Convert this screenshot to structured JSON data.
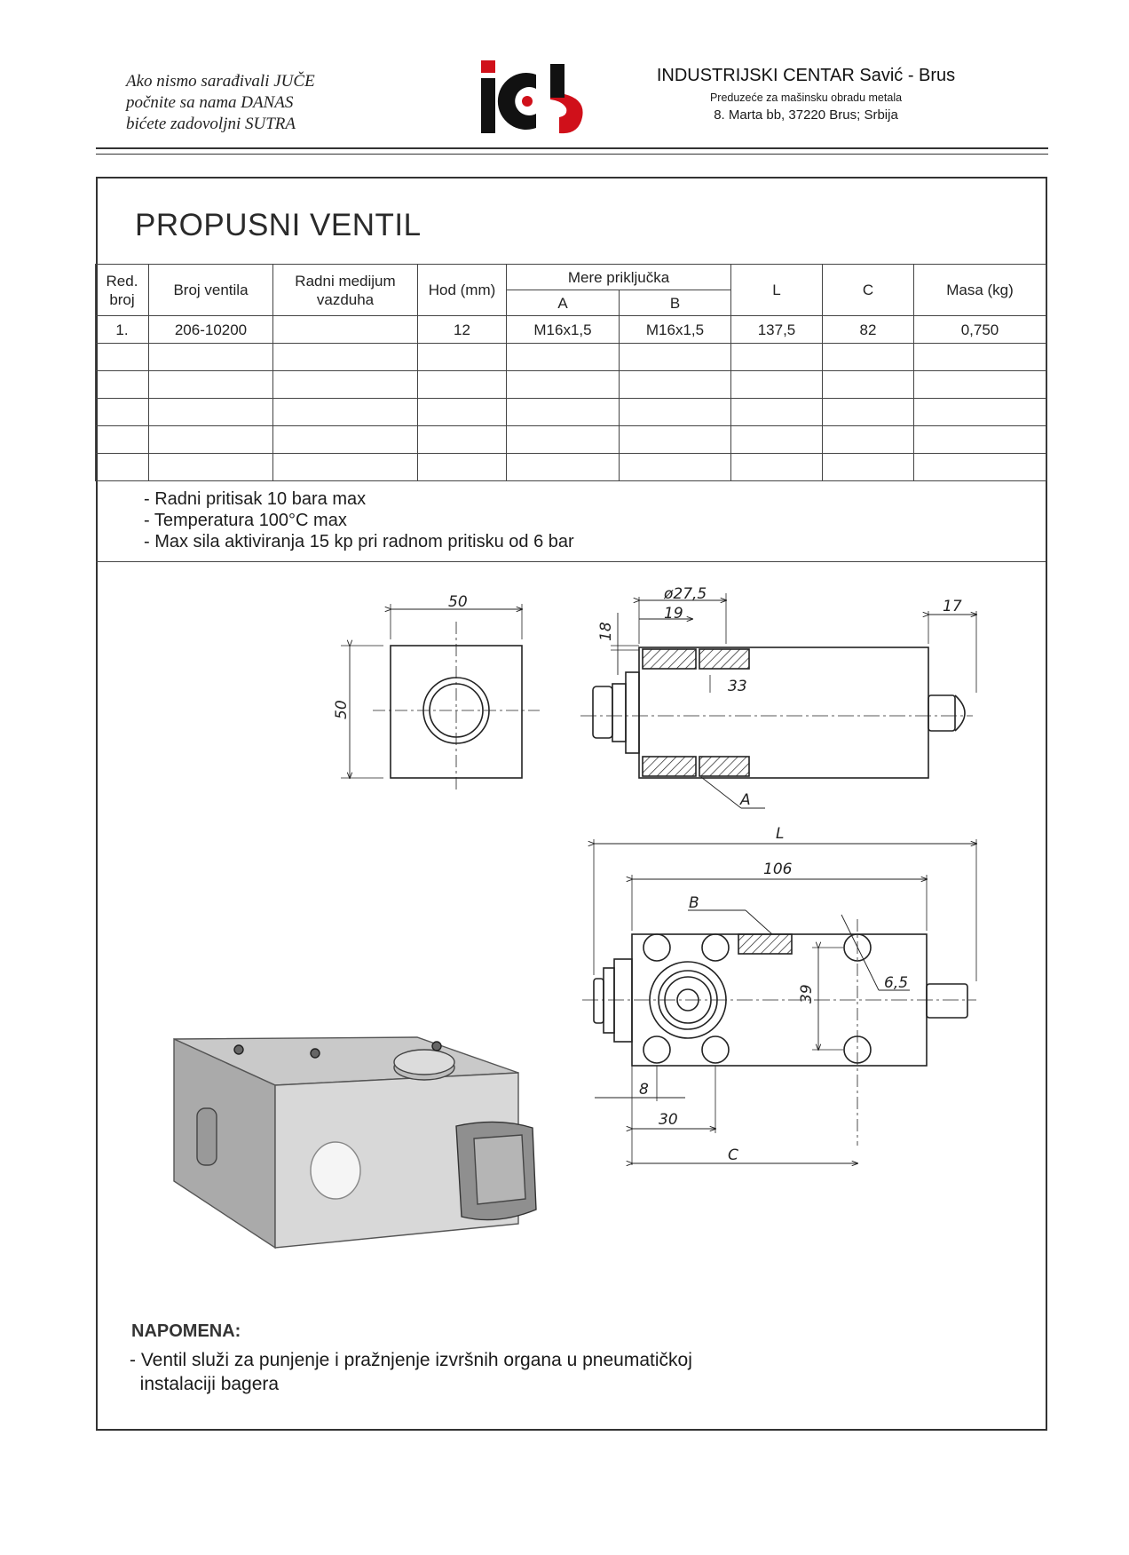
{
  "header": {
    "slogan": [
      "Ako nismo sarađivali JUČE",
      "počnite sa nama DANAS",
      "bićete zadovoljni SUTRA"
    ],
    "company_name": "INDUSTRIJSKI CENTAR Savić - Brus",
    "company_subtitle": "Preduzeće za mašinsku obradu metala",
    "company_address": "8. Marta bb, 37220 Brus; Srbija",
    "colors": {
      "logo_black": "#111111",
      "logo_red": "#d0101a"
    }
  },
  "title": "PROPUSNI VENTIL",
  "table": {
    "headers": {
      "red_broj": "Red. broj",
      "broj_ventila": "Broj ventila",
      "radni_medijum": "Radni medijum vazduha",
      "hod": "Hod (mm)",
      "mere": "Mere priključka",
      "a": "A",
      "b": "B",
      "l": "L",
      "c": "C",
      "masa": "Masa (kg)"
    },
    "rows": [
      {
        "red": "1.",
        "broj": "206-10200",
        "medijum": "",
        "hod": "12",
        "a": "M16x1,5",
        "b": "M16x1,5",
        "l": "137,5",
        "c": "82",
        "masa": "0,750"
      }
    ]
  },
  "notes": [
    "- Radni pritisak 10 bara max",
    "- Temperatura 100°C max",
    "- Max sila aktiviranja 15 kp pri radnom pritisku od 6 bar"
  ],
  "drawing_dims": {
    "width": "50",
    "height": "50",
    "diameter": "ø27,5",
    "d19": "19",
    "d18": "18",
    "d33": "33",
    "d17": "17",
    "port_a": "A",
    "length_l": "L",
    "d106": "106",
    "port_b": "B",
    "d39": "39",
    "d65": "6,5",
    "d8": "8",
    "d30": "30",
    "c": "C"
  },
  "napomena": {
    "title": "NAPOMENA:",
    "lines": [
      "- Ventil služi za punjenje i pražnjenje izvršnih organa u pneumatičkoj",
      "  instalaciji bagera"
    ]
  }
}
